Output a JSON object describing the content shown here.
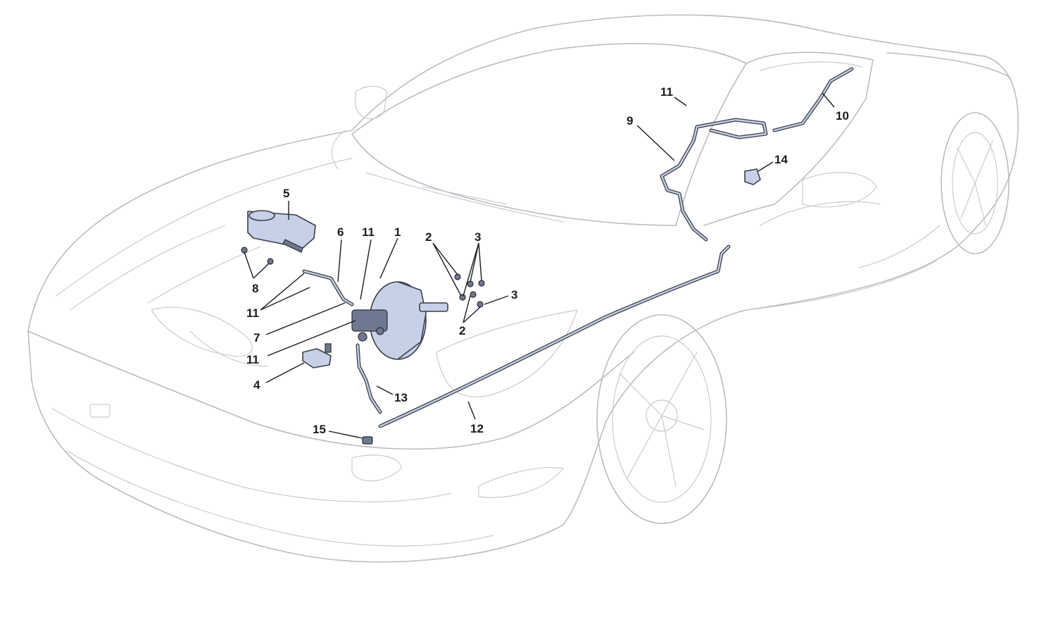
{
  "diagram": {
    "colors": {
      "background": "#ffffff",
      "car_outline": "#b9bcc2",
      "part_fill": "#c7d0e6",
      "part_stroke": "#3a3f4a",
      "callout_text": "#1c1c1c"
    },
    "callouts": {
      "c1": "1",
      "c2a": "2",
      "c2b": "2",
      "c3a": "3",
      "c3b": "3",
      "c4": "4",
      "c5": "5",
      "c6": "6",
      "c7": "7",
      "c8": "8",
      "c9": "9",
      "c10": "10",
      "c11a": "11",
      "c11b": "11",
      "c11c": "11",
      "c11d": "11",
      "c12": "12",
      "c13": "13",
      "c14": "14",
      "c15": "15"
    }
  }
}
